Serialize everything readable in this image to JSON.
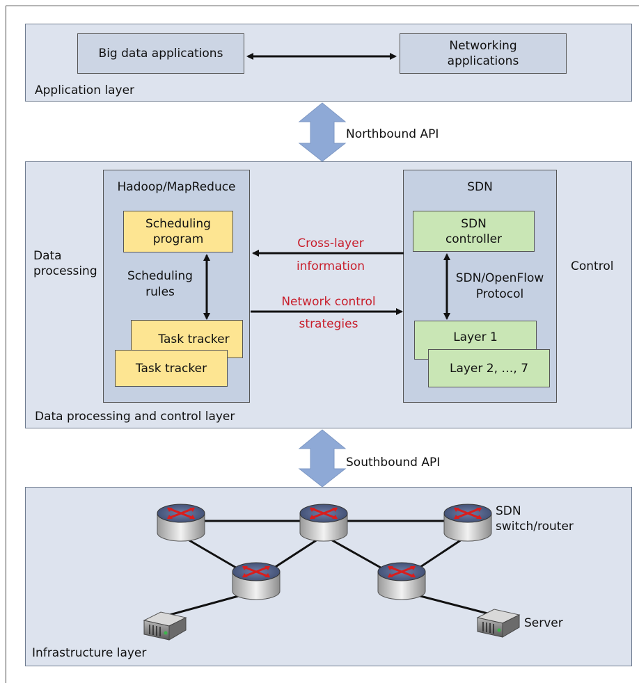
{
  "application_layer": {
    "label": "Application layer",
    "big_data_applications": "Big data applications",
    "networking_applications_line1": "Networking",
    "networking_applications_line2": "applications"
  },
  "northbound_api": "Northbound API",
  "control_layer": {
    "label": "Data processing and control layer",
    "data_processing_line1": "Data",
    "data_processing_line2": "processing",
    "control": "Control",
    "hadoop": {
      "title": "Hadoop/MapReduce",
      "scheduling_program_line1": "Scheduling",
      "scheduling_program_line2": "program",
      "scheduling_rules_line1": "Scheduling",
      "scheduling_rules_line2": "rules",
      "task_tracker_1": "Task tracker",
      "task_tracker_2": "Task tracker"
    },
    "sdn": {
      "title": "SDN",
      "controller_line1": "SDN",
      "controller_line2": "controller",
      "protocol_line1": "SDN/OpenFlow",
      "protocol_line2": "Protocol",
      "layer1": "Layer 1",
      "layer2_7": "Layer 2, …, 7"
    },
    "cross_layer_line1": "Cross-layer",
    "cross_layer_line2": "information",
    "network_control_line1": "Network control",
    "network_control_line2": "strategies"
  },
  "southbound_api": "Southbound API",
  "infrastructure_layer": {
    "label": "Infrastructure layer",
    "sdn_switch_line1": "SDN",
    "sdn_switch_line2": "switch/router",
    "server": "Server"
  },
  "icons": {
    "router": "router-icon",
    "server": "server-icon"
  },
  "colors": {
    "layer_bg": "#dde3ee",
    "panel_bg": "#c5d0e2",
    "yellow": "#fde592",
    "green": "#c9e6b5",
    "red_text": "#c81e2b",
    "api_arrow": "#8ea9d6"
  }
}
